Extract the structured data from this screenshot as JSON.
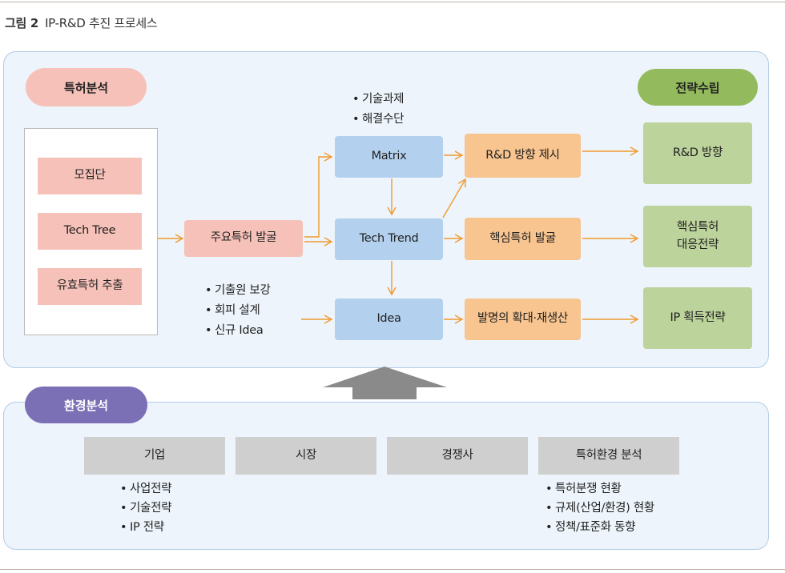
{
  "figure": {
    "number": "그림 2",
    "title": "IP-R&D 추진 프로세스"
  },
  "top": {
    "patent_analysis": "특허분석",
    "strategy": "전략수립",
    "left_items": [
      "모집단",
      "Tech Tree",
      "유효특허 추출"
    ],
    "key_patent": "주요특허 발굴",
    "bullets_top": [
      "기술과제",
      "해결수단"
    ],
    "bullets_bottom": [
      "기출원 보강",
      "회피 설계",
      "신규 Idea"
    ],
    "matrix": "Matrix",
    "tech_trend": "Tech Trend",
    "idea": "Idea",
    "rd_direction_suggest": "R&D 방향 제시",
    "core_patent_discovery": "핵심특허 발굴",
    "invention_expansion": "발명의 확대·재생산",
    "rd_direction": "R&D 방향",
    "core_patent_strategy": [
      "핵심특허",
      "대응전략"
    ],
    "ip_strategy": "IP 획득전략"
  },
  "bottom": {
    "env_analysis": "환경분석",
    "company": "기업",
    "market": "시장",
    "competitor": "경쟁사",
    "patent_env": "특허환경 분석",
    "company_bullets": [
      "사업전략",
      "기술전략",
      "IP 전략"
    ],
    "patent_env_bullets": [
      "특허분쟁 현황",
      "규제(산업/환경) 현황",
      "정책/표준화 동향"
    ]
  },
  "colors": {
    "arrow": "#f29a2e",
    "panel_border": "#b3cbe6",
    "panel_fill": "#edf4fb",
    "pink": "#f6c1b8",
    "blue": "#b3d1ee",
    "orange": "#f8c48f",
    "green_box": "#bcd39c",
    "green_pill": "#93ba5c",
    "purple_pill": "#7b6fb5",
    "gray": "#cfcfcf",
    "up_arrow": "#8a8a8a"
  }
}
